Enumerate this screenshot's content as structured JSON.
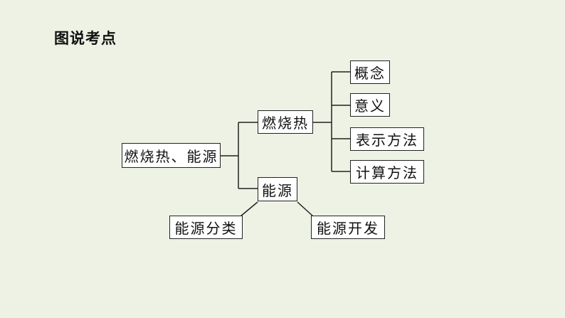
{
  "title": "图说考点",
  "nodes": {
    "root": "燃烧热、能源",
    "ranshaore": "燃烧热",
    "nengyuan": "能源",
    "gainian": "概念",
    "yiyi": "意义",
    "biaoshi": "表示方法",
    "jisuan": "计算方法",
    "fenlei": "能源分类",
    "kaifa": "能源开发"
  }
}
